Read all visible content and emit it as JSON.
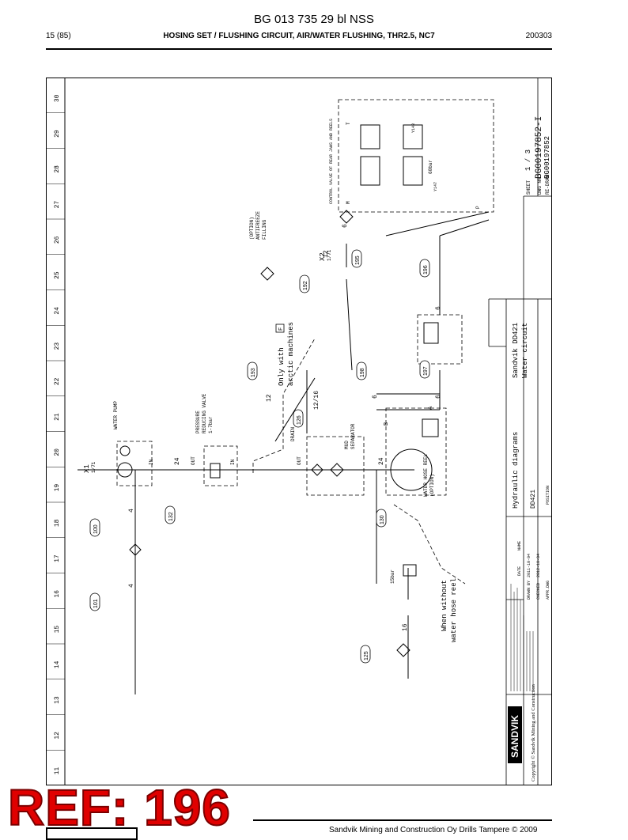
{
  "header": {
    "doc_title": "BG 013 735 29 bl NSS",
    "page": "15 (85)",
    "subtitle": "HOSING SET / FLUSHING CIRCUIT, AIR/WATER FLUSHING, THR2.5, NC7",
    "code": "200303"
  },
  "grid": {
    "columns": [
      "30",
      "29",
      "28",
      "27",
      "26",
      "25",
      "24",
      "23",
      "22",
      "21",
      "20",
      "19",
      "18",
      "17",
      "16",
      "15",
      "14",
      "13",
      "12",
      "11"
    ]
  },
  "callouts": [
    "100",
    "101",
    "132",
    "130",
    "125",
    "126",
    "193",
    "198",
    "197",
    "192",
    "195",
    "196"
  ],
  "labels": {
    "water_pump": "WATER PUMP",
    "x1": "X1",
    "x1_sub": "1/71",
    "in1": "IN",
    "in2": "IN",
    "out1": "OUT",
    "out2": "OUT",
    "pressure_valve": "PRESSURE",
    "pressure_valve2": "REDUCING VALVE",
    "pressure_valve3": "1-7bar",
    "drain": "DRAIN",
    "mud_sep": "MUD",
    "mud_sep2": "SEPARATOR",
    "hose_reel": "WATER HOSE REEL",
    "hose_reel2": "(OPTION)",
    "note_arctic1": "Only with",
    "note_arctic2": "arctic machines",
    "note_f": "F",
    "antifreeze1": "(OPTION)",
    "antifreeze2": "ANTIFREEZE",
    "antifreeze3": "FILLING",
    "x2": "X2",
    "x2_sub": "1/71",
    "control_valve": "CONTROL VALVE OF REAR JAWS AND REELS",
    "when_without1": "When without",
    "when_without2": "water hose reel",
    "bar15": "15bar",
    "bar60": "60bar",
    "port_a": "A",
    "port_b": "B",
    "y147": "Y147",
    "y148": "Y148",
    "p_port": "P",
    "t_port": "T",
    "m_port": "M",
    "tb_title1": "Sandvik DD421",
    "tb_title2": "Water circuit",
    "tb_diag": "Hydraulic diagrams",
    "tb_model": "DD421",
    "tb_sheet": "1 / 3",
    "tb_dwg": "BG00197852-I",
    "tb_dwg2": "BG00197852",
    "tb_sheet_lbl": "SHEET",
    "tb_dwg_lbl": "DWG NR",
    "tb_repl_lbl": "RE-DRAW",
    "tb_drawn": "DRAWN BY",
    "tb_checked": "CHECKED",
    "tb_appr": "APPR.DWG",
    "tb_date": "DATE",
    "tb_name": "NAME",
    "tb_position": "POSITION",
    "tb_logo": "SANDVIK",
    "tb_copyright": "Copyright © Sandvik Mining and Construction",
    "tb_date1": "2011-10-04",
    "tb_date2": "2012-10-04"
  },
  "line_numbers": {
    "n4a": "4",
    "n4b": "4",
    "n24a": "24",
    "n24b": "24",
    "n12a": "12",
    "n12b": "12/16",
    "n12c": "12",
    "n6a": "6",
    "n6b": "6",
    "n6c": "6",
    "n6d": "6",
    "n16": "16"
  },
  "stamp": "REF: 196",
  "footer": {
    "text": "Sandvik Mining and Construction Oy Drills Tampere © 2009"
  }
}
